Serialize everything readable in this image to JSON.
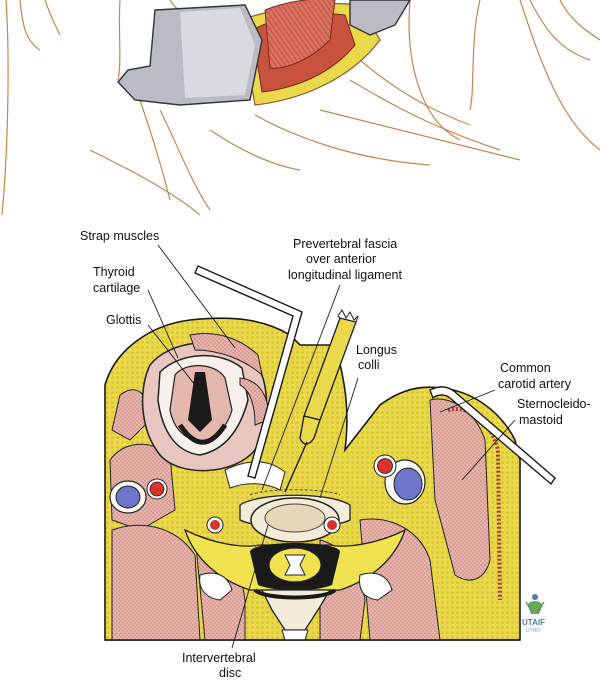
{
  "labels": {
    "strap_muscles": "Strap muscles",
    "thyroid_cartilage_1": "Thyroid",
    "thyroid_cartilage_2": "cartilage",
    "glottis": "Glottis",
    "prevertebral_1": "Prevertebral fascia",
    "prevertebral_2": "over anterior",
    "prevertebral_3": "longitudinal ligament",
    "longus_1": "Longus",
    "longus_2": "colli",
    "carotid_1": "Common",
    "carotid_2": "carotid artery",
    "scm_1": "Sternocleido-",
    "scm_2": "mastoid",
    "disc_1": "Intervertebral",
    "disc_2": "disc"
  },
  "watermark": {
    "brand": "UTAIF",
    "sub": "UTHO"
  },
  "colors": {
    "fat": "#ead94a",
    "muscle": "#e5b8ad",
    "muscle_dark": "#c98a80",
    "artery": "#d9342b",
    "vein": "#6f76c9",
    "bone": "#f4ecd8",
    "skin_line": "#c9844a",
    "retractor": "#b9bcc2"
  }
}
